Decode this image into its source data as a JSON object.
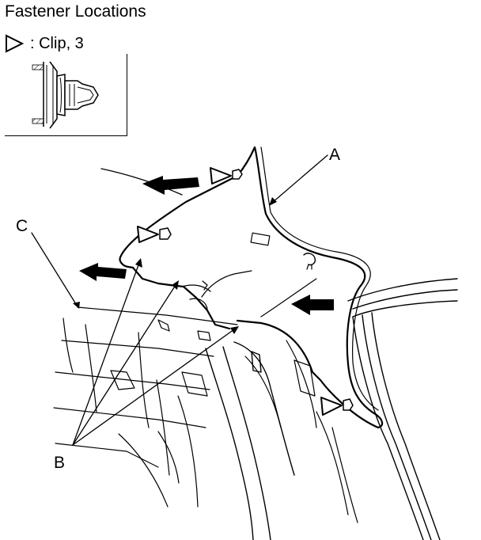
{
  "title": "Fastener Locations",
  "legend": {
    "symbol_icon": "clip-triangle-icon",
    "text": ": Clip, 3"
  },
  "callouts": {
    "a": "A",
    "b": "B",
    "c": "C"
  },
  "icons": {
    "force_arrow": "removal-direction-arrow-icon",
    "clip_marker": "clip-triangle-icon"
  }
}
